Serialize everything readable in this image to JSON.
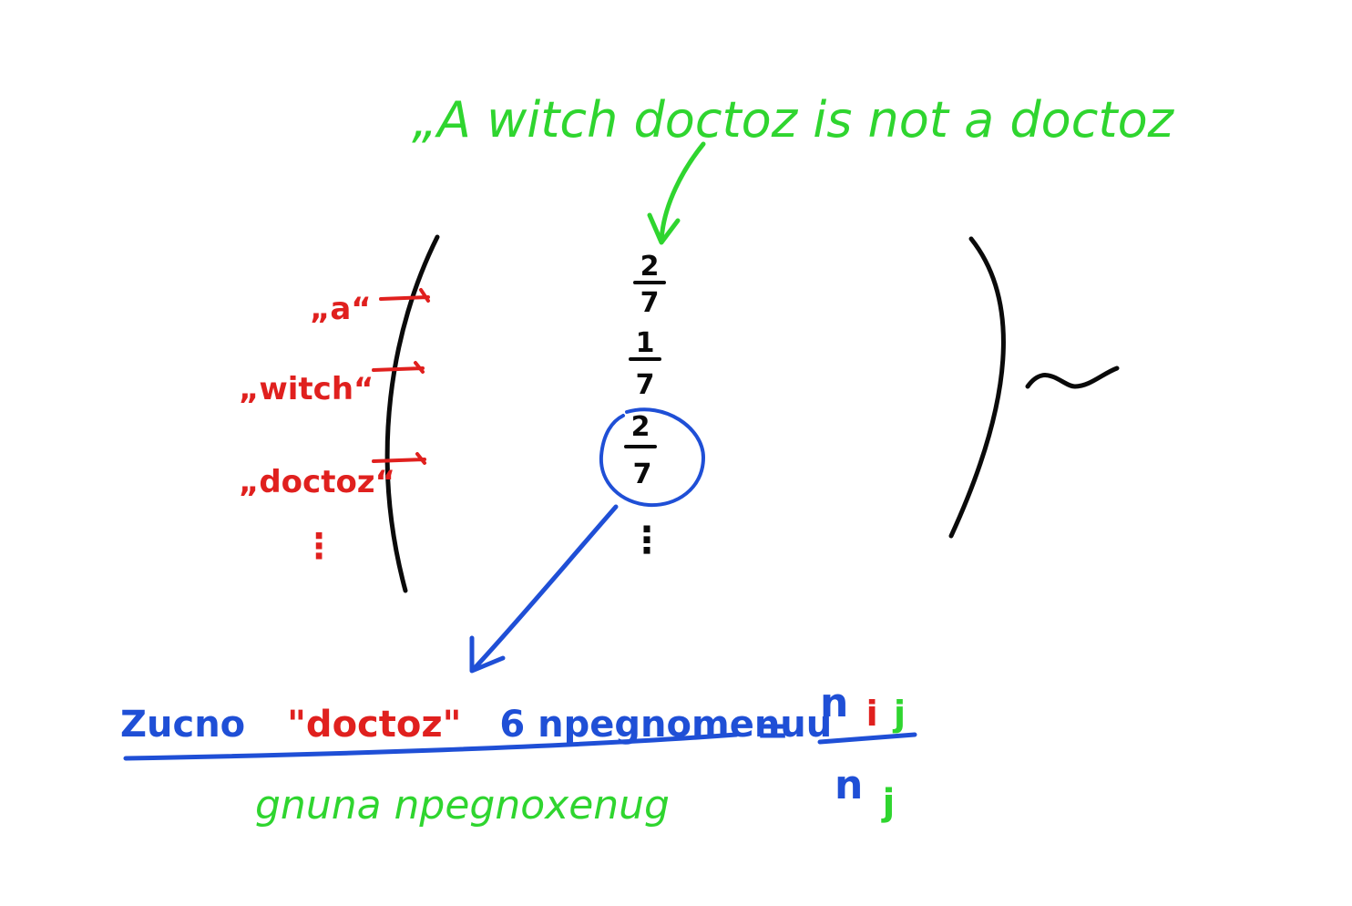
{
  "colors": {
    "green": "#2fd52f",
    "red": "#e0201e",
    "blue": "#1f4fd6",
    "black": "#0a0a0a"
  },
  "quote": "„A witch doctoz is not a doctoz",
  "matrix": {
    "entries": [
      {
        "num": "2",
        "den": "7"
      },
      {
        "num": "1",
        "den": "7"
      },
      {
        "num": "2",
        "den": "7"
      }
    ],
    "ellipsis": "⋮"
  },
  "row_labels": [
    {
      "text": "„a“"
    },
    {
      "text": "„witch“"
    },
    {
      "text": "„doctoz“"
    }
  ],
  "row_ellipsis": "⋮",
  "tilde": "~",
  "formula": {
    "numerator_part1": "Zucno",
    "numerator_word": "\"doctoz\"",
    "numerator_part2": "6 npegnomenuu",
    "denominator": "gnuna npegnoxenug",
    "equals": "=",
    "rhs_num_base": "n",
    "rhs_num_sub_i": "i",
    "rhs_num_sub_j": "j",
    "rhs_den_base": "n",
    "rhs_den_sub": "j"
  }
}
